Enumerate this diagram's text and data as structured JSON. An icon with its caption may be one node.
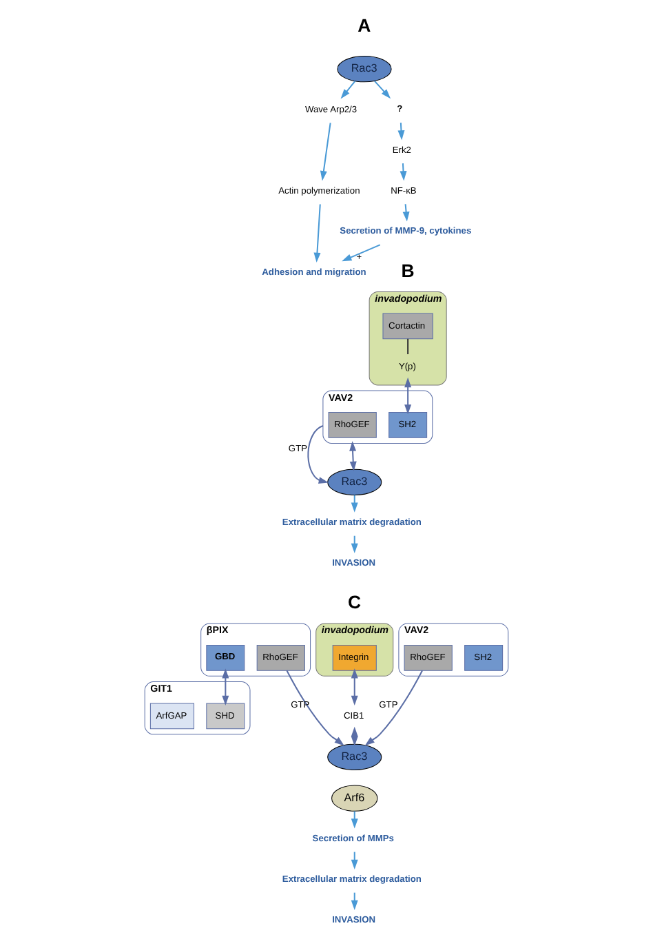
{
  "diagram": {
    "nodes": [
      {
        "text": [
          "Rac3"
        ]
      },
      {
        "text": [
          "Wave Arp2/3"
        ]
      },
      {
        "text": [
          "Actin polymerization"
        ]
      },
      {
        "text": [
          "Adhesion and migration"
        ]
      },
      {
        "text": [
          "?"
        ]
      },
      {
        "text": [
          "Erk2"
        ]
      },
      {
        "text": [
          "NF-κB"
        ]
      },
      {
        "text": [
          "Secretion of MMP-9, cytokines"
        ]
      },
      {
        "text": [
          "invadopodium"
        ]
      },
      {
        "text": [
          "Cortactin"
        ],
        "in": 8
      },
      {
        "text": [
          "Y(p)"
        ],
        "in": 8
      },
      {
        "text": [],
        "shape": "bar",
        "beside": [
          "VAV2"
        ]
      },
      {
        "text": [
          "RhoGEF"
        ],
        "in": 11
      },
      {
        "text": [
          "SH2"
        ],
        "in": 11
      },
      {
        "text": [
          "Rac3"
        ]
      },
      {
        "text": [
          "Extracellular matrix degradation"
        ]
      },
      {
        "text": [
          "INVASION"
        ]
      },
      {
        "text": [
          "invadopodium"
        ]
      },
      {
        "text": [
          "Integrin"
        ],
        "in": 17
      },
      {
        "text": [
          "CIB1"
        ]
      },
      {
        "text": [],
        "shape": "bar",
        "beside": [
          "βPIX"
        ]
      },
      {
        "text": [
          "GBD"
        ],
        "in": 20
      },
      {
        "text": [
          "RhoGEF"
        ],
        "in": 20
      },
      {
        "text": [],
        "shape": "bar",
        "beside": [
          "VAV2"
        ]
      },
      {
        "text": [
          "RhoGEF"
        ],
        "in": 23
      },
      {
        "text": [
          "SH2"
        ],
        "in": 23
      },
      {
        "text": [
          "Rac3"
        ]
      },
      {
        "text": [],
        "shape": "bar",
        "beside": [
          "GIT1"
        ]
      },
      {
        "text": [
          "ArfGAP"
        ],
        "in": 27
      },
      {
        "text": [
          "SHD"
        ],
        "in": 27
      },
      {
        "text": [
          "Arf6"
        ]
      },
      {
        "text": [
          "Secretion of MMPs"
        ]
      },
      {
        "text": [
          "Extracellular matrix degradation"
        ]
      },
      {
        "text": [
          "INVASION"
        ]
      }
    ],
    "edges": [
      {
        "from": 0,
        "to": 1,
        "arrow": "to"
      },
      {
        "from": 1,
        "to": 2,
        "arrow": "to"
      },
      {
        "from": 2,
        "to": 3,
        "arrow": "to"
      },
      {
        "from": 0,
        "to": 4,
        "arrow": "to"
      },
      {
        "from": 4,
        "to": 5,
        "arrow": "to"
      },
      {
        "from": 5,
        "to": 6,
        "arrow": "to"
      },
      {
        "from": 6,
        "to": 7,
        "arrow": "to"
      },
      {
        "from": 7,
        "to": 3,
        "arrow": "to",
        "label": "+"
      },
      {
        "from": 9,
        "to": 10,
        "arrow": "none",
        "color": "#333333"
      },
      {
        "from": 10,
        "to": 13,
        "arrow": "both",
        "color": "#5b6ea6"
      },
      {
        "from": 11,
        "to": 14,
        "arrow": "both",
        "color": "#5b6ea6"
      },
      {
        "from": 11,
        "to": 14,
        "arrow": "to",
        "label": "GTP",
        "color": "#5b6ea6"
      },
      {
        "from": 14,
        "to": 15,
        "arrow": "to"
      },
      {
        "from": 15,
        "to": 16,
        "arrow": "to"
      },
      {
        "from": 18,
        "to": 19,
        "arrow": "both",
        "color": "#5b6ea6"
      },
      {
        "from": 19,
        "to": 26,
        "arrow": "both",
        "color": "#5b6ea6"
      },
      {
        "from": 21,
        "to": 29,
        "arrow": "both",
        "color": "#5b6ea6"
      },
      {
        "from": 22,
        "to": 26,
        "arrow": "to",
        "label": "GTP",
        "color": "#5b6ea6"
      },
      {
        "from": 24,
        "to": 26,
        "arrow": "to",
        "label": "GTP",
        "color": "#5b6ea6"
      },
      {
        "from": 30,
        "to": 31,
        "arrow": "to"
      },
      {
        "from": 31,
        "to": 32,
        "arrow": "to"
      },
      {
        "from": 32,
        "to": 33,
        "arrow": "to"
      }
    ],
    "labels": [
      "A",
      "B",
      "C"
    ]
  }
}
